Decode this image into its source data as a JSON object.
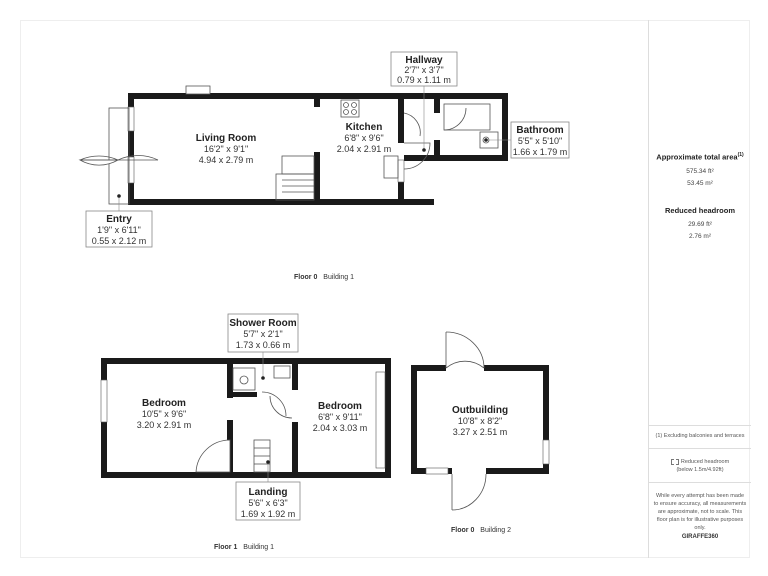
{
  "rooms": {
    "hallway": {
      "name": "Hallway",
      "imperial": "2'7\" x 3'7\"",
      "metric": "0.79 x 1.11 m"
    },
    "living": {
      "name": "Living Room",
      "imperial": "16'2\" x 9'1\"",
      "metric": "4.94 x 2.79 m"
    },
    "kitchen": {
      "name": "Kitchen",
      "imperial": "6'8\" x 9'6\"",
      "metric": "2.04 x 2.91 m"
    },
    "bathroom": {
      "name": "Bathroom",
      "imperial": "5'5\" x 5'10\"",
      "metric": "1.66 x 1.79 m"
    },
    "entry": {
      "name": "Entry",
      "imperial": "1'9\" x 6'11\"",
      "metric": "0.55 x 2.12 m"
    },
    "shower": {
      "name": "Shower Room",
      "imperial": "5'7\" x 2'1\"",
      "metric": "1.73 x 0.66 m"
    },
    "bedroom1": {
      "name": "Bedroom",
      "imperial": "10'5\" x 9'6\"",
      "metric": "3.20 x 2.91 m"
    },
    "bedroom2": {
      "name": "Bedroom",
      "imperial": "6'8\" x 9'11\"",
      "metric": "2.04 x 3.03 m"
    },
    "landing": {
      "name": "Landing",
      "imperial": "5'6\" x 6'3\"",
      "metric": "1.69 x 1.92 m"
    },
    "outbuilding": {
      "name": "Outbuilding",
      "imperial": "10'8\" x 8'2\"",
      "metric": "3.27 x 2.51 m"
    }
  },
  "floors": {
    "f0b1": {
      "floor": "Floor 0",
      "building": "Building 1"
    },
    "f1b1": {
      "floor": "Floor 1",
      "building": "Building 1"
    },
    "f0b2": {
      "floor": "Floor 0",
      "building": "Building 2"
    }
  },
  "sidebar": {
    "total_title": "Approximate total area",
    "total_title_sup": "(1)",
    "total_ft": "575.34 ft²",
    "total_m": "53.45 m²",
    "headroom_title": "Reduced headroom",
    "headroom_ft": "29.69 ft²",
    "headroom_m": "2.76 m²",
    "excl_note": "(1) Excluding balconies and terraces",
    "headroom_key_1": "Reduced headroom",
    "headroom_key_2": "(below 1.5m/4.92ft)",
    "disclaimer": "While every attempt has been made to ensure accuracy, all measurements are approximate, not to scale. This floor plan is for illustrative purposes only.",
    "brand": "GIRAFFE360"
  }
}
